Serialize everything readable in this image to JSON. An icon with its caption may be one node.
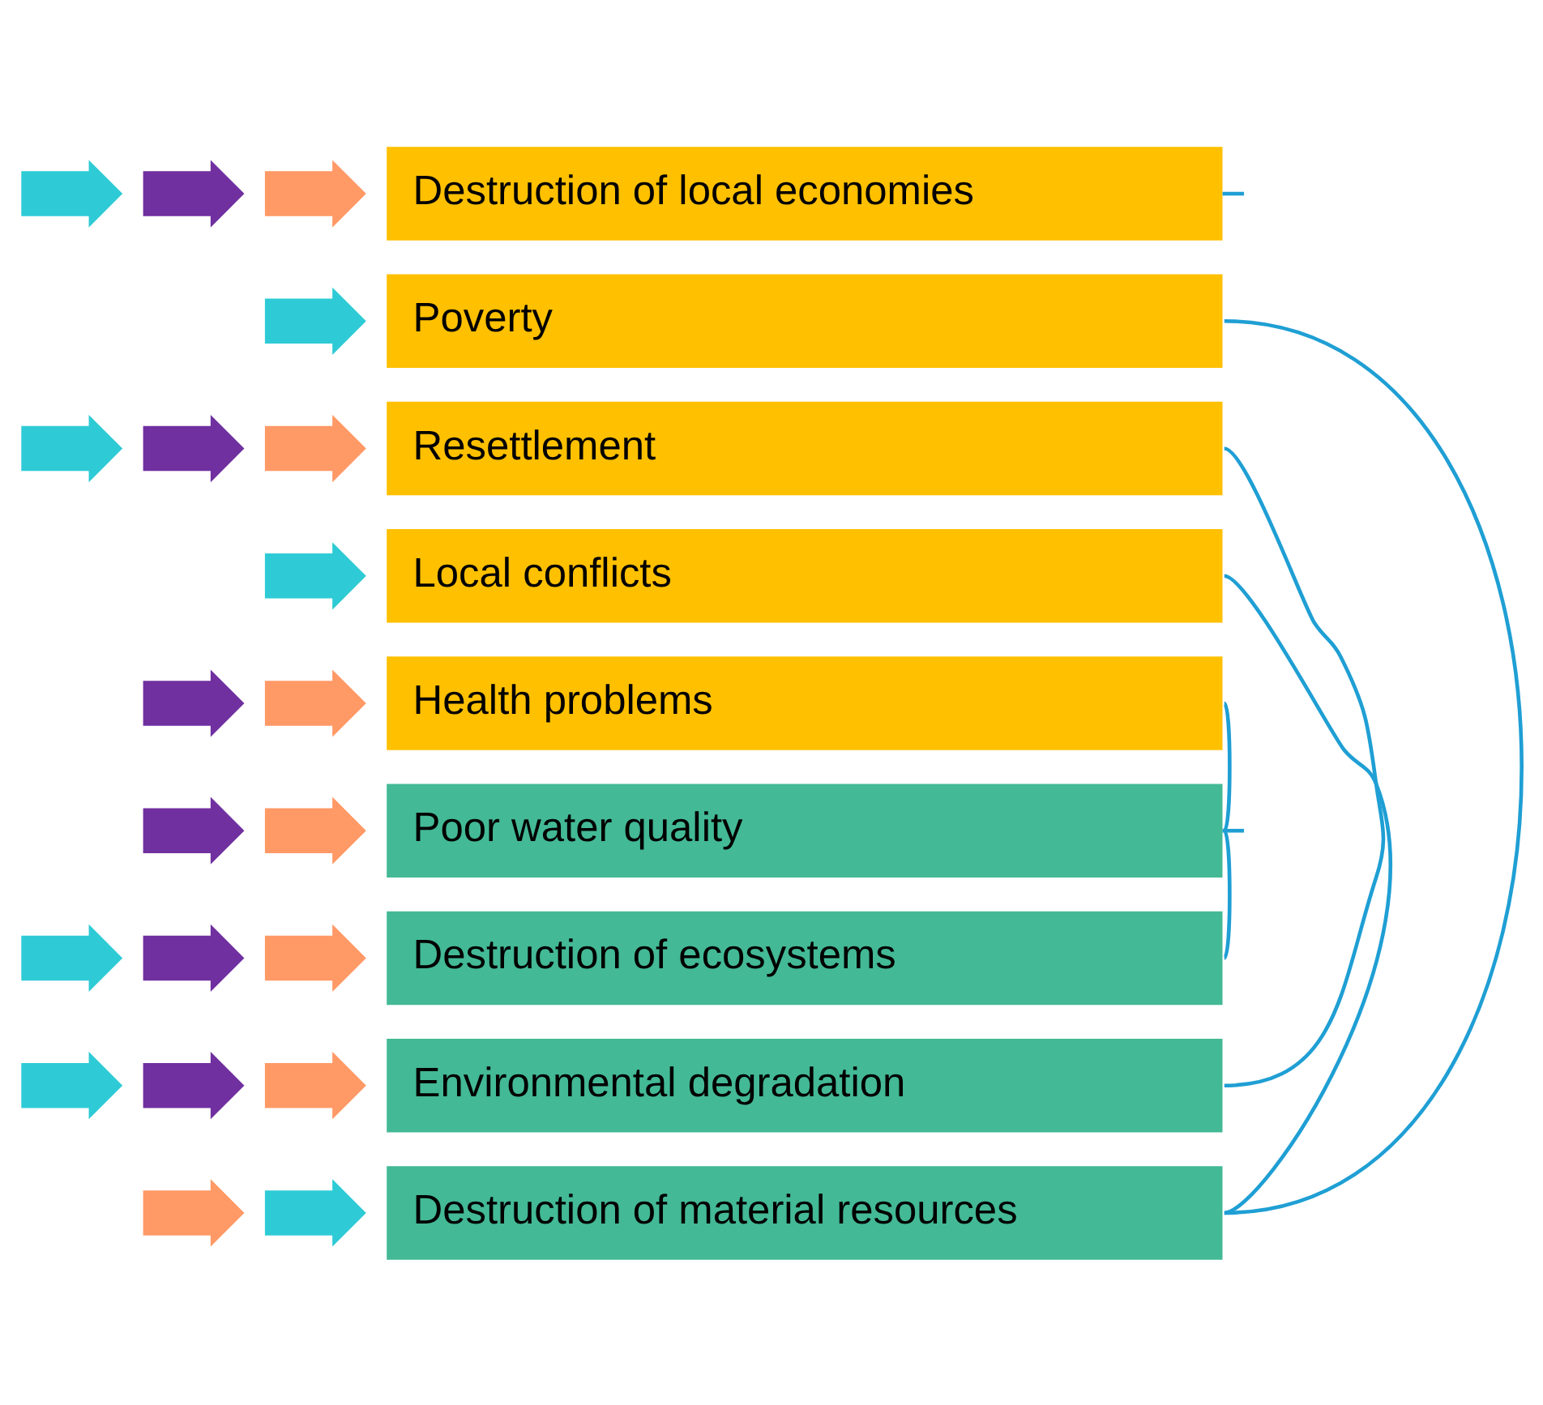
{
  "diagram": {
    "nodes": [
      {
        "text": [],
        "shape": "arrow"
      },
      {
        "text": [],
        "shape": "arrow"
      },
      {
        "text": [],
        "shape": "arrow"
      },
      {
        "text": [
          "Destruction of local economies"
        ]
      },
      {
        "text": [],
        "shape": "arrow"
      },
      {
        "text": [
          "Poverty"
        ]
      },
      {
        "text": [],
        "shape": "arrow"
      },
      {
        "text": [],
        "shape": "arrow"
      },
      {
        "text": [],
        "shape": "arrow"
      },
      {
        "text": [
          "Resettlement"
        ]
      },
      {
        "text": [],
        "shape": "arrow"
      },
      {
        "text": [
          "Local conflicts"
        ]
      },
      {
        "text": [],
        "shape": "arrow"
      },
      {
        "text": [],
        "shape": "arrow"
      },
      {
        "text": [
          "Health problems"
        ]
      },
      {
        "text": [],
        "shape": "arrow"
      },
      {
        "text": [],
        "shape": "arrow"
      },
      {
        "text": [
          "Poor water quality"
        ]
      },
      {
        "text": [],
        "shape": "arrow"
      },
      {
        "text": [],
        "shape": "arrow"
      },
      {
        "text": [],
        "shape": "arrow"
      },
      {
        "text": [
          "Destruction of ecosystems"
        ]
      },
      {
        "text": [],
        "shape": "arrow"
      },
      {
        "text": [],
        "shape": "arrow"
      },
      {
        "text": [],
        "shape": "arrow"
      },
      {
        "text": [
          "Environmental degradation"
        ]
      },
      {
        "text": [],
        "shape": "arrow"
      },
      {
        "text": [],
        "shape": "arrow"
      },
      {
        "text": [
          "Destruction of material resources"
        ]
      }
    ],
    "edges": [
      {
        "from": 3,
        "to": null,
        "arrow": "none"
      },
      {
        "from": 5,
        "to": 28,
        "arrow": "none"
      },
      {
        "from": 9,
        "to": 25,
        "arrow": "none"
      },
      {
        "from": 11,
        "to": 28,
        "arrow": "none"
      },
      {
        "from": 14,
        "to": 17,
        "arrow": "none"
      },
      {
        "from": 17,
        "to": 21,
        "arrow": "none"
      },
      {
        "from": 17,
        "to": null,
        "arrow": "none"
      }
    ]
  }
}
